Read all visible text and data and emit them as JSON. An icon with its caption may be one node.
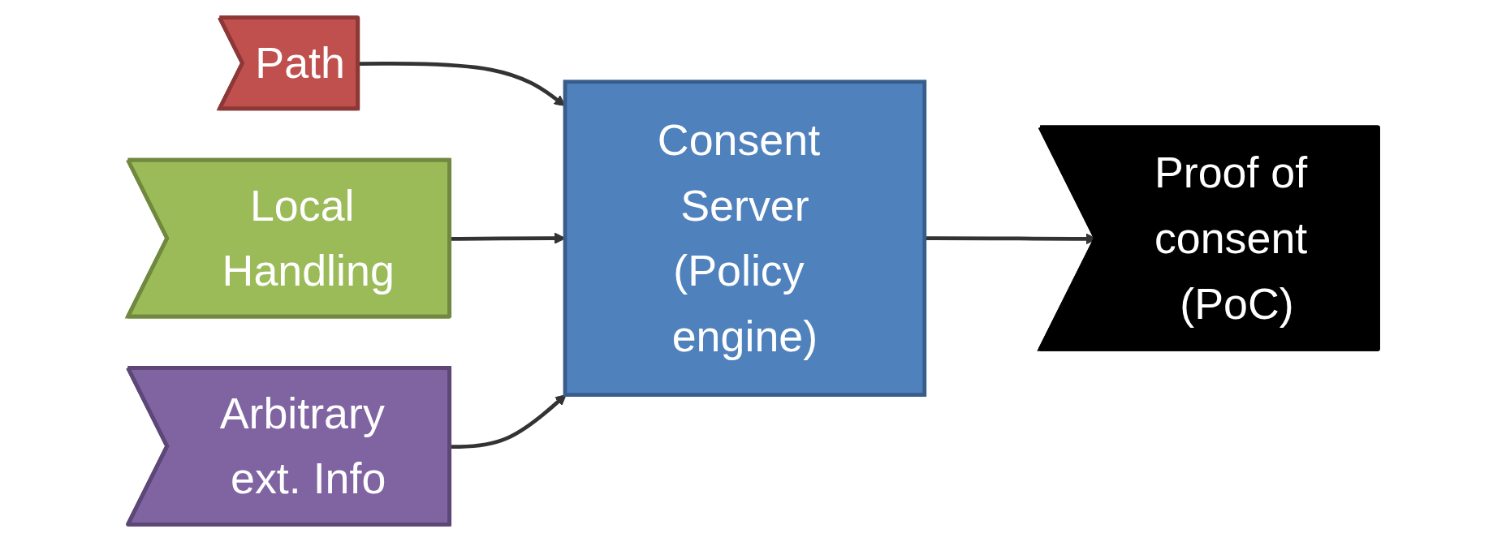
{
  "diagram": {
    "nodes": [
      {
        "text": [
          "Path"
        ]
      },
      {
        "text": [
          "Local Handling"
        ]
      },
      {
        "text": [
          "Arbitrary ext. Info"
        ]
      },
      {
        "text": [
          "Consent Server",
          "(Policy engine)"
        ]
      },
      {
        "text": [
          "Proof of consent (PoC)"
        ]
      }
    ],
    "edges": [
      {
        "from": 0,
        "to": 3,
        "arrow": "to"
      },
      {
        "from": 1,
        "to": 3,
        "arrow": "to"
      },
      {
        "from": 2,
        "to": 3,
        "arrow": "to"
      },
      {
        "from": 3,
        "to": 4,
        "arrow": "to"
      }
    ]
  }
}
